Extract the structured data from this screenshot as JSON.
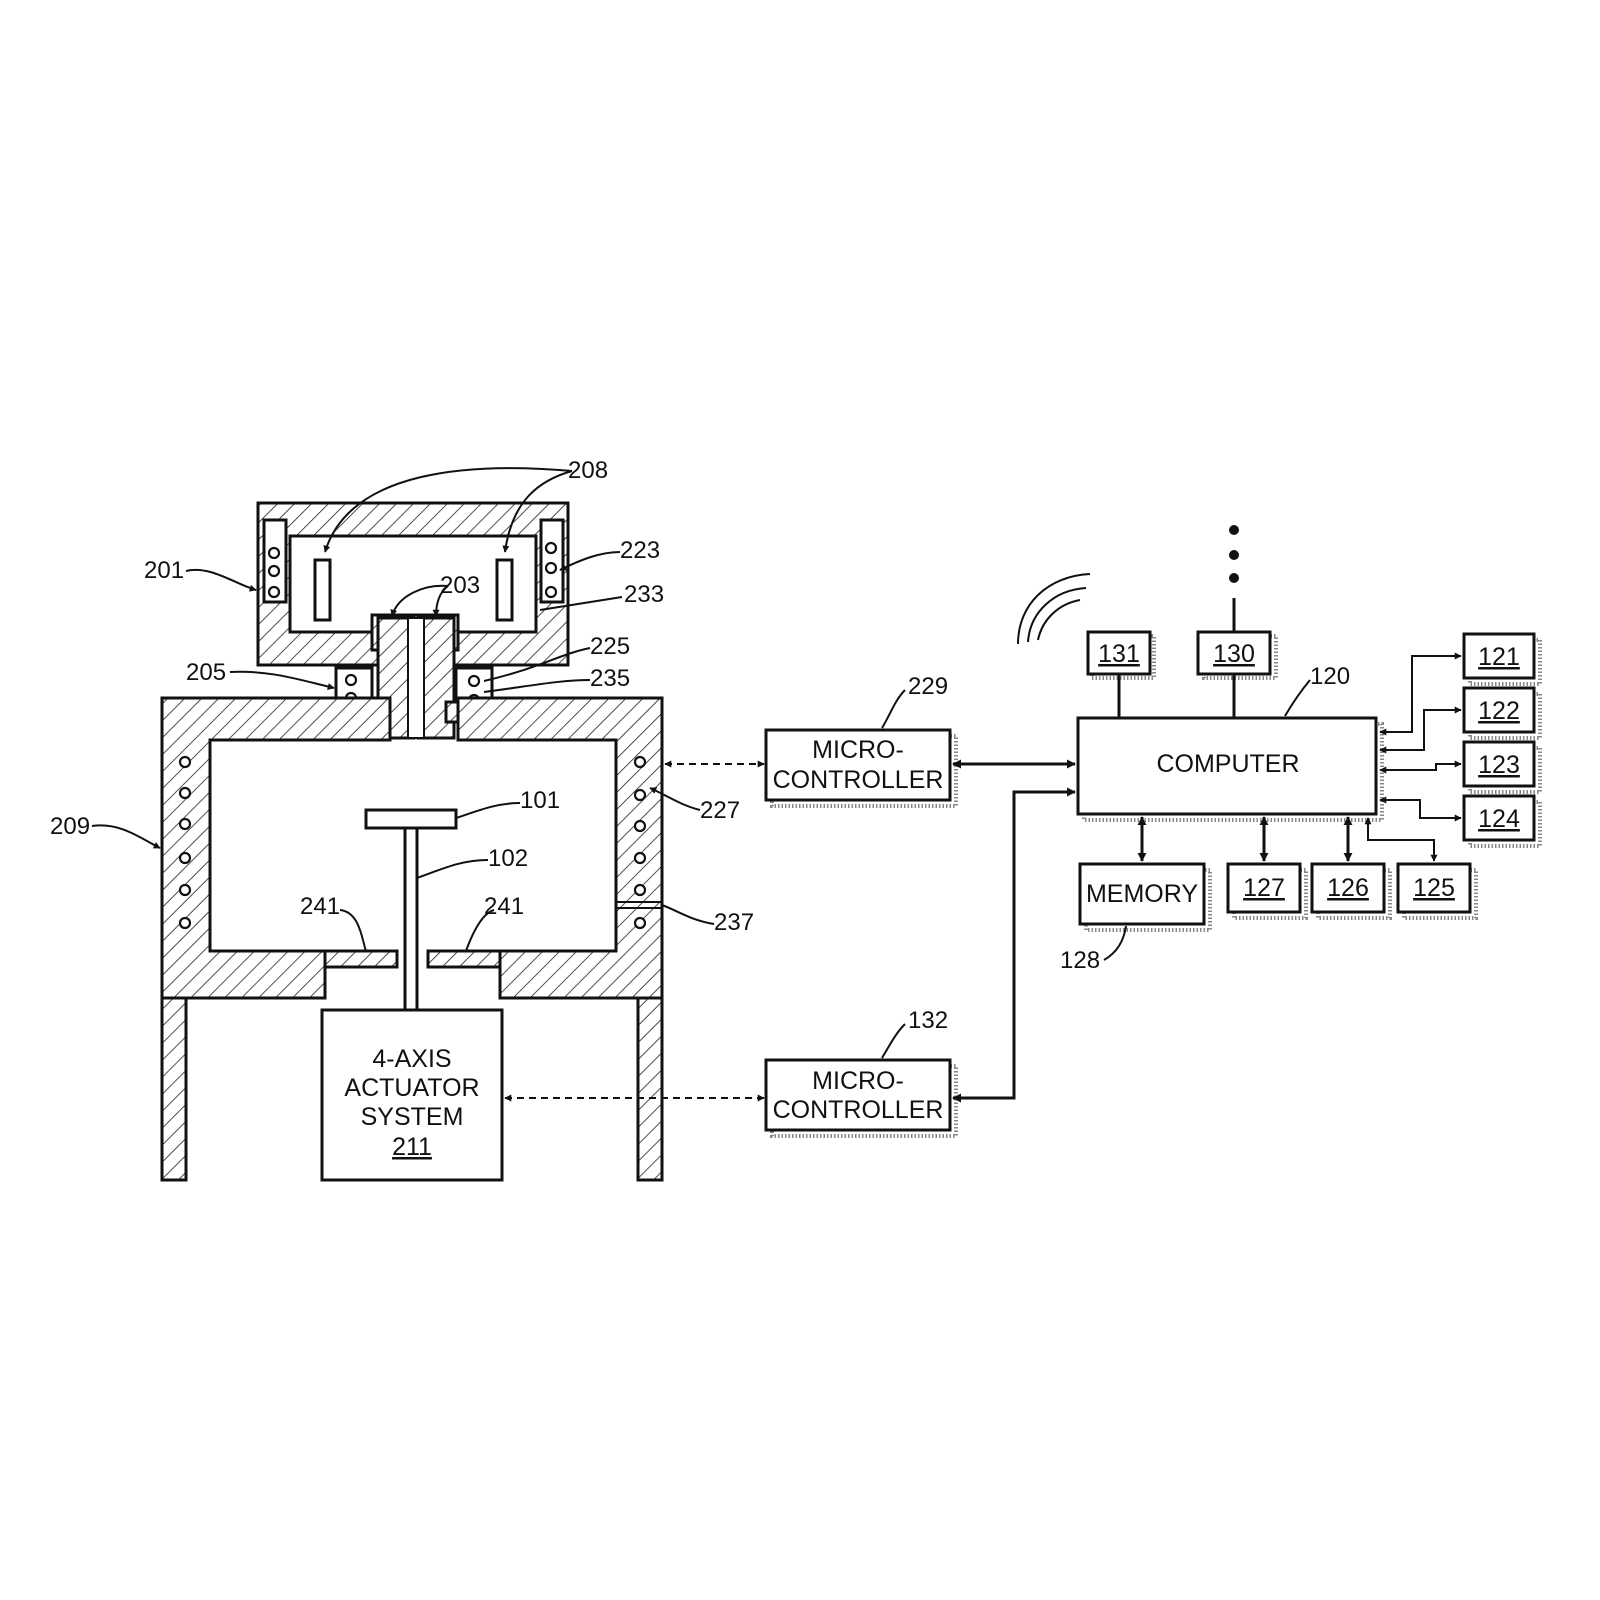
{
  "blocks": {
    "micro_top": {
      "line1": "MICRO-",
      "line2": "CONTROLLER"
    },
    "micro_bottom": {
      "line1": "MICRO-",
      "line2": "CONTROLLER"
    },
    "computer": {
      "label": "COMPUTER"
    },
    "memory": {
      "label": "MEMORY"
    },
    "actuator": {
      "line1": "4-AXIS",
      "line2": "ACTUATOR",
      "line3": "SYSTEM",
      "ref": "211"
    }
  },
  "peripherals": {
    "b121": "121",
    "b122": "122",
    "b123": "123",
    "b124": "124",
    "b125": "125",
    "b126": "126",
    "b127": "127",
    "b130": "130",
    "b131": "131"
  },
  "refs": {
    "r101": "101",
    "r102": "102",
    "r120": "120",
    "r128": "128",
    "r132": "132",
    "r201": "201",
    "r203": "203",
    "r205": "205",
    "r208": "208",
    "r209": "209",
    "r223": "223",
    "r225": "225",
    "r227": "227",
    "r229": "229",
    "r233": "233",
    "r235": "235",
    "r237": "237",
    "r241a": "241",
    "r241b": "241"
  }
}
